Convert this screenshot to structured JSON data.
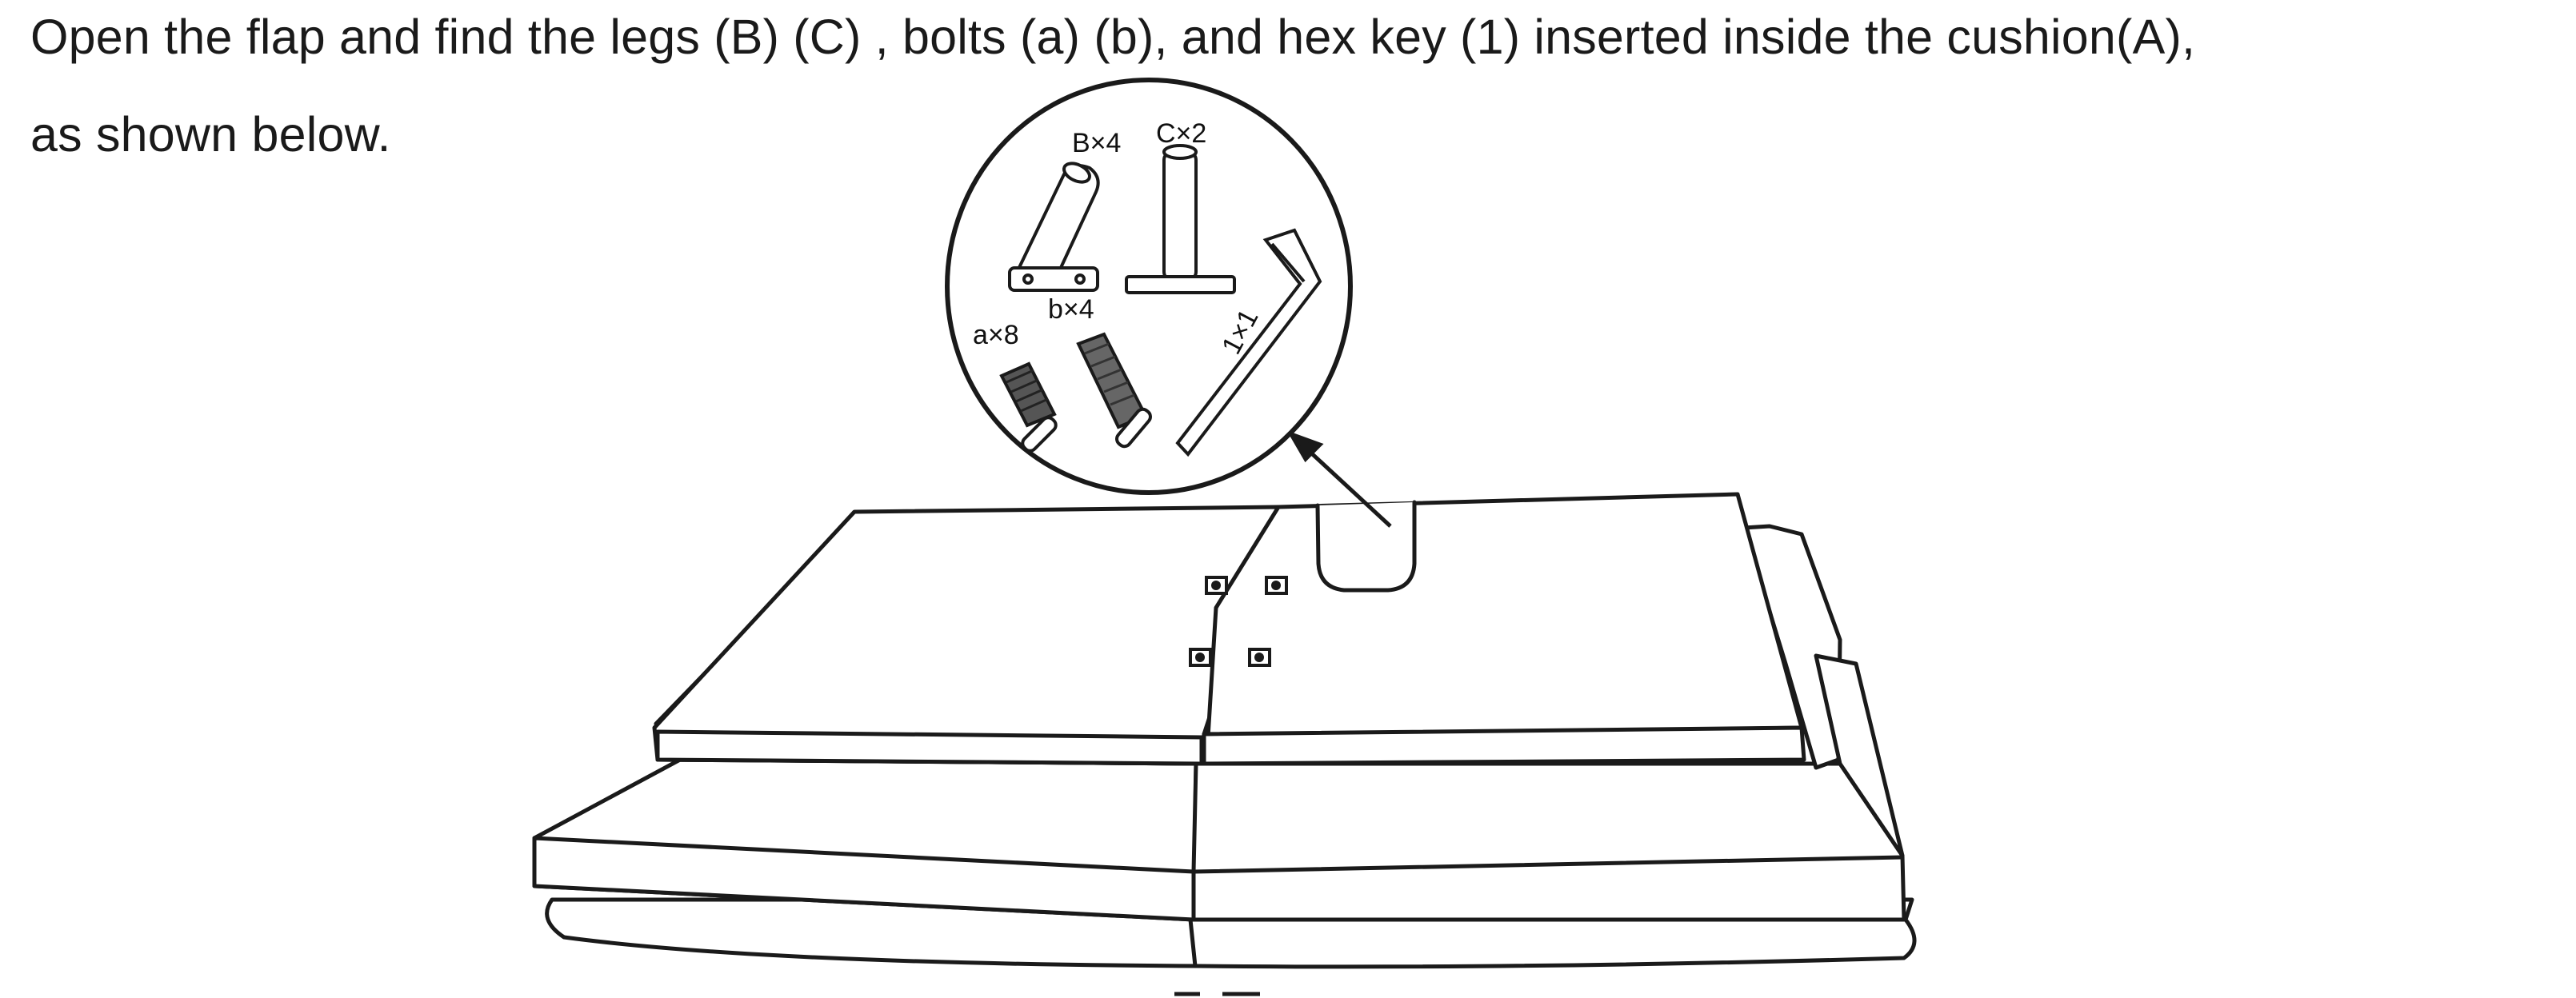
{
  "instructions": {
    "line1": "Open the flap and find the legs (B) (C) , bolts (a) (b), and hex key (1)  inserted inside the cushion(A),",
    "line2": "as shown below."
  },
  "parts": {
    "leg_b": "B×4",
    "leg_c": "C×2",
    "bolt_a": "a×8",
    "bolt_b": "b×4",
    "hex_key": "1×1"
  }
}
